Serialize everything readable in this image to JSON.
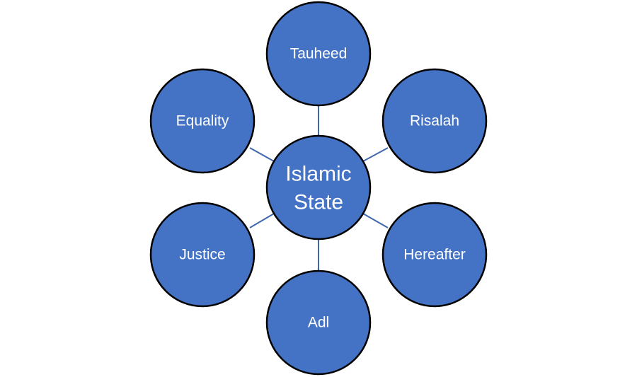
{
  "diagram": {
    "center": {
      "label_line1": "Islamic",
      "label_line2": "State"
    },
    "nodes": [
      {
        "label": "Tauheed"
      },
      {
        "label": "Risalah"
      },
      {
        "label": "Hereafter"
      },
      {
        "label": "Adl"
      },
      {
        "label": "Justice"
      },
      {
        "label": "Equality"
      }
    ],
    "colors": {
      "fill": "#4472C4",
      "outline": "#000000",
      "connector": "#3f67ad",
      "text": "#ffffff"
    }
  }
}
